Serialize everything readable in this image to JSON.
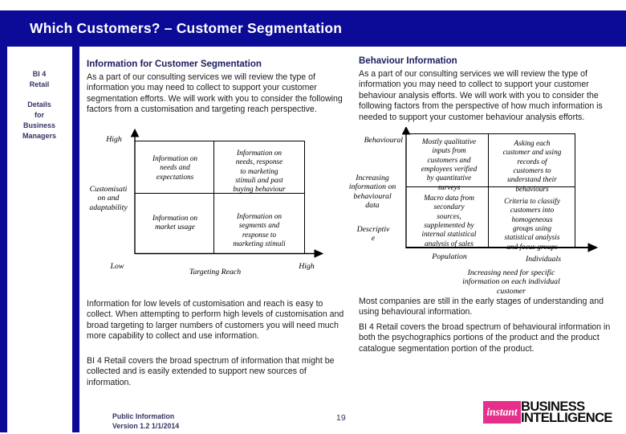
{
  "title": "Which Customers? – Customer Segmentation",
  "sidebar": {
    "product": "BI 4\nRetail",
    "audience": "Details\nfor\nBusiness\nManagers"
  },
  "left": {
    "heading": "Information for Customer Segmentation",
    "intro": "As a part of our consulting services we will review the type of information you may need to collect to support your customer segmentation efforts. We will work with you to consider the following factors from a customisation and targeting reach perspective.",
    "matrix": {
      "y_high": "High",
      "y_label": "Customisati\non and\nadaptability",
      "y_low": "Low",
      "x_label": "Targeting Reach",
      "x_high": "High",
      "q_tl": "Information on\nneeds and\nexpectations",
      "q_tr": "Information on\nneeds, response\nto marketing\nstimuli and past\nbuying behaviour",
      "q_bl": "Information on\nmarket usage",
      "q_br": "Information on\nsegments and\nresponse to\nmarketing stimuli"
    },
    "para1": "Information for low levels of customisation and reach is easy to collect. When attempting to perform high levels of customisation and broad targeting to larger numbers of customers you will need much more capability to collect and use information.",
    "para2": "BI 4 Retail covers the broad spectrum of information that might be collected and is easily extended to support new sources of information."
  },
  "right": {
    "heading": "Behaviour Information",
    "intro": "As a part of our consulting services we will review the type of information you may need to collect to support your customer behaviour analysis efforts. We will work with you to consider the following factors from the perspective of how much information is needed to support your customer behaviour analysis efforts.",
    "matrix": {
      "y_top": "Behavioural",
      "y_label": "Increasing\ninformation on\nbehavioural\ndata",
      "y_bottom": "Descriptiv\ne",
      "q_tl": "Mostly qualitative\ninputs from\ncustomers and\nemployees verified\nby quantitative\nsurveys",
      "q_tr": "Asking each\ncustomer and using\nrecords of\ncustomers to\nunderstand their\nbehaviours",
      "q_bl": "Macro data from\nsecondary\nsources,\nsupplemented by\ninternal statistical\nanalysis of sales",
      "q_br": "Criteria to classify\ncustomers into\nhomogeneous\ngroups using\nstatistical analysis\nand focus groups",
      "x_left": "Population",
      "x_right": "Individuals",
      "x_caption": "Increasing need for specific\ninformation on each individual\ncustomer"
    },
    "para1": "Most companies are still in the early stages of understanding and using behavioural information.",
    "para2": "BI 4 Retail covers the broad spectrum of behavioural information in both the psychographics portions of the product and the product catalogue segmentation portion of the product."
  },
  "footer": {
    "classification": "Public Information\nVersion 1.2 1/1/2014",
    "page_number": "19",
    "logo_instant": "instant",
    "logo_line1": "BUSINESS",
    "logo_line2": "INTELLIGENCE"
  },
  "colors": {
    "navy_bar": "#0b0b97",
    "heading_navy": "#1c1c5e",
    "sidebar_navy": "#333366",
    "logo_pink": "#e62e8b"
  }
}
